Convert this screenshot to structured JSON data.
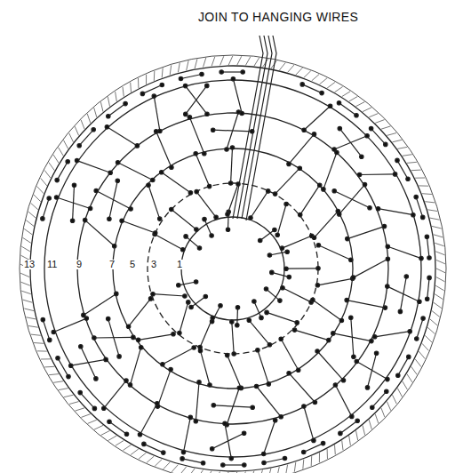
{
  "diagram": {
    "labels": [
      "JOIN TO HANGING WIRES",
      "13",
      "11",
      "9",
      "7",
      "5",
      "3",
      "1"
    ]
  }
}
